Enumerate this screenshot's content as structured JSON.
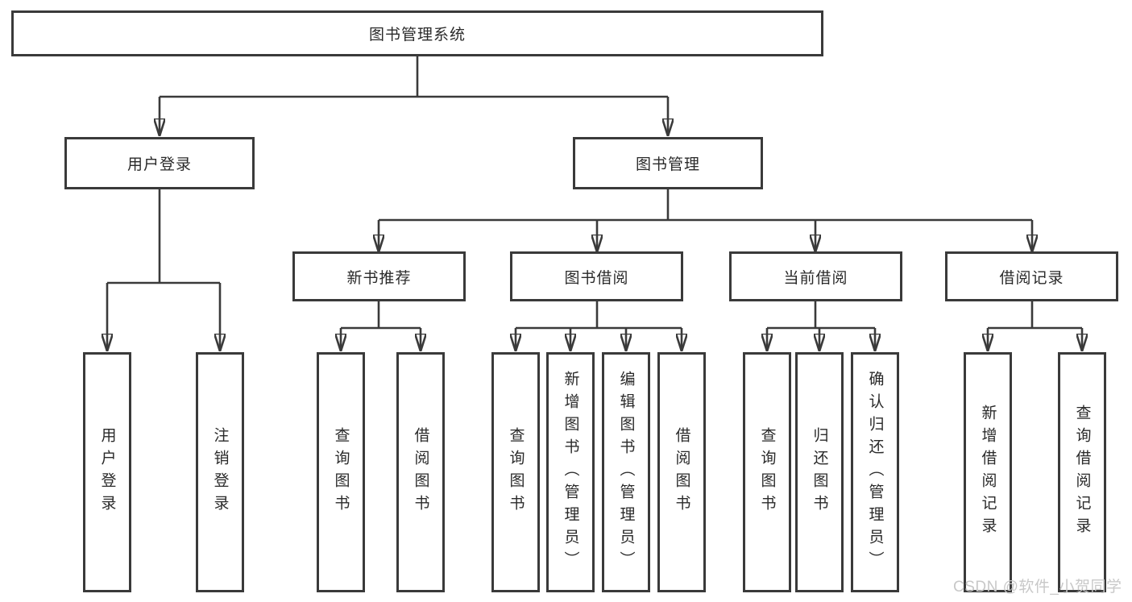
{
  "diagram": {
    "root": {
      "label": "图书管理系统"
    },
    "level2": [
      {
        "label": "用户登录"
      },
      {
        "label": "图书管理"
      }
    ],
    "level3": [
      {
        "label": "新书推荐"
      },
      {
        "label": "图书借阅"
      },
      {
        "label": "当前借阅"
      },
      {
        "label": "借阅记录"
      }
    ],
    "leaves": {
      "user_login": [
        {
          "label": "用户登录"
        },
        {
          "label": "注销登录"
        }
      ],
      "new_book_recommend": [
        {
          "label": "查询图书"
        },
        {
          "label": "借阅图书"
        }
      ],
      "book_borrow": [
        {
          "label": "查询图书"
        },
        {
          "label": "新增图书（管理员）"
        },
        {
          "label": "编辑图书（管理员）"
        },
        {
          "label": "借阅图书"
        }
      ],
      "current_borrow": [
        {
          "label": "查询图书"
        },
        {
          "label": "归还图书"
        },
        {
          "label": "确认归还（管理员）"
        }
      ],
      "borrow_record": [
        {
          "label": "新增借阅记录"
        },
        {
          "label": "查询借阅记录"
        }
      ]
    },
    "watermark": "CSDN @软件_小贺同学",
    "colors": {
      "line": "#3a3a3a",
      "text": "#2a2a2a",
      "background": "#ffffff",
      "watermark": "#c8c8c8"
    }
  }
}
